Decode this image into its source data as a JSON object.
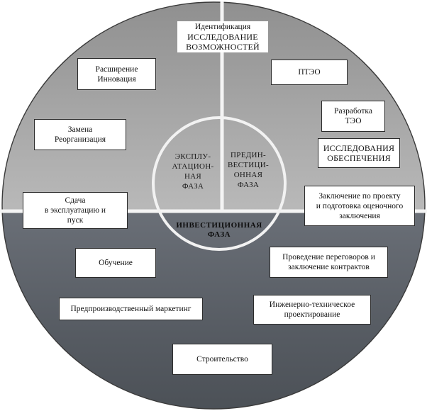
{
  "top": {
    "identification": {
      "line1": "Идентификация",
      "line2": "ИССЛЕДОВАНИЕ",
      "line3": "ВОЗМОЖНОСТЕЙ"
    },
    "expansion": {
      "line1": "Расширение",
      "line2": "Инновация"
    },
    "replacement": {
      "line1": "Замена",
      "line2": "Реорганизация"
    },
    "handover": {
      "line1": "Сдача",
      "line2": "в эксплуатацию и",
      "line3": "пуск"
    },
    "pteo": {
      "label": "ПТЭО"
    },
    "teo": {
      "line1": "Разработка",
      "line2": "ТЭО"
    },
    "support": {
      "line1": "ИССЛЕДОВАНИЯ",
      "line2": "ОБЕСПЕЧЕНИЯ"
    },
    "conclusion": {
      "line1": "Заключение по проекту",
      "line2": "и подготовка оценочного",
      "line3": "заключения"
    }
  },
  "hub": {
    "operation": {
      "line1": "ЭКСПЛУ-",
      "line2": "АТАЦИОН-",
      "line3": "НАЯ",
      "line4": "ФАЗА"
    },
    "preinvestment": {
      "line1": "ПРЕДИН-",
      "line2": "ВЕСТИЦИ-",
      "line3": "ОННАЯ",
      "line4": "ФАЗА"
    },
    "investment": {
      "line1": "ИНВЕСТИЦИОННАЯ",
      "line2": "ФАЗА"
    }
  },
  "bottom": {
    "training": {
      "label": "Обучение"
    },
    "negotiations": {
      "line1": "Проведение переговоров и",
      "line2": "заключение контрактов"
    },
    "marketing": {
      "label": "Предпроизводственный маркетинг"
    },
    "engineering": {
      "line1": "Инженерно-техническое",
      "line2": "проектирование"
    },
    "construction": {
      "label": "Строительство"
    }
  },
  "colors": {
    "upper_fill": "#a3a3a3",
    "lower_fill": "#5c6168",
    "divider": "#f4f4f4",
    "hub_ring": "#f2f2f2",
    "outline": "#3a3a3a"
  }
}
